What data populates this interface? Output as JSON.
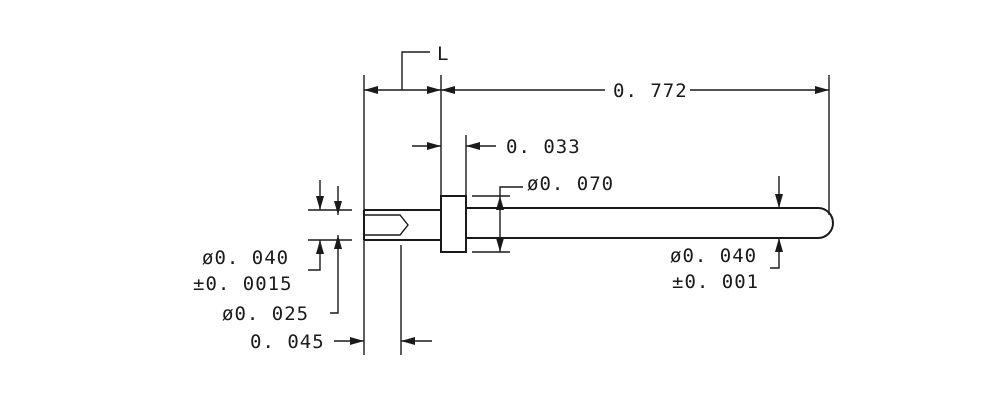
{
  "drawing": {
    "dimensions": {
      "length_label": "L",
      "overall_length": "0. 772",
      "collar_width": "0. 033",
      "collar_diameter": "ø0. 070",
      "tip_diameter": "ø0. 040",
      "tip_tolerance": "±0. 001",
      "bore_outer_diameter": "ø0. 040",
      "bore_outer_tolerance": "±0. 0015",
      "bore_inner_diameter": "ø0. 025",
      "bore_depth": "0. 045"
    }
  }
}
